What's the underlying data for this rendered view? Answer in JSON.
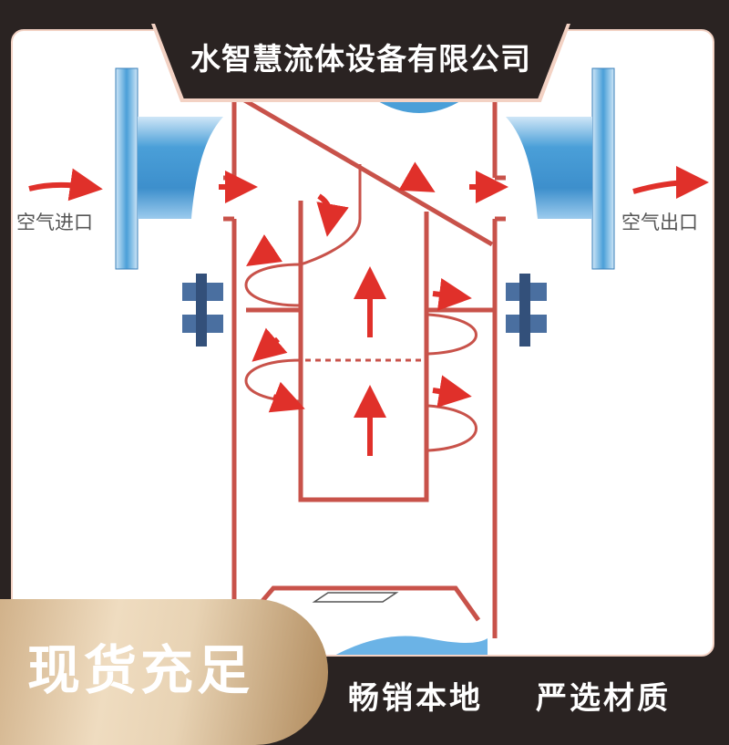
{
  "header": {
    "company_name": "水智慧流体设备有限公司"
  },
  "diagram": {
    "inlet_label": "空气进口",
    "outlet_label": "空气出口"
  },
  "badge": {
    "text": "现货充足"
  },
  "taglines": [
    "畅销本地",
    "严选材质"
  ],
  "colors": {
    "background": "#2a2322",
    "accent_border": "#f3d2c4",
    "pipe_blue": "#4a9fd8",
    "flow_red": "#e0302a",
    "wall_red": "#c8524a"
  }
}
